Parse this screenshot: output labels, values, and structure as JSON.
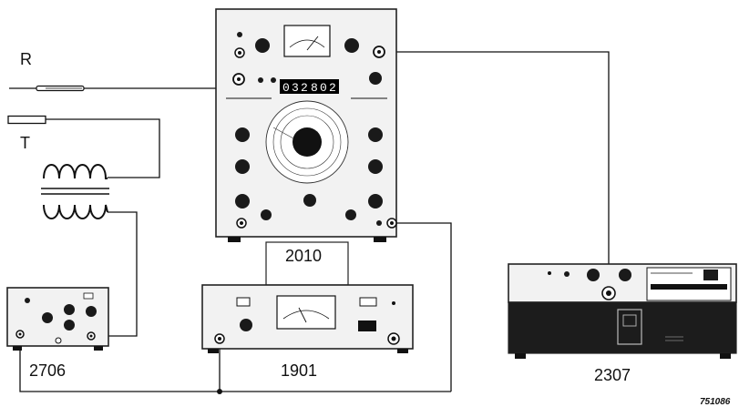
{
  "labels": {
    "probe_r": "R",
    "probe_t": "T",
    "unit_2010": "2010",
    "unit_1901": "1901",
    "unit_2706": "2706",
    "unit_2307": "2307",
    "reference_code": "751086"
  },
  "display": {
    "digits": [
      "0",
      "3",
      "2",
      "8",
      "0",
      "2"
    ]
  },
  "colors": {
    "line": "#111111",
    "panel": "#f2f2f2",
    "panel_edge": "#222222",
    "knob": "#1a1a1a",
    "display_bg": "#000000",
    "cabinet_dark": "#1c1c1c"
  }
}
